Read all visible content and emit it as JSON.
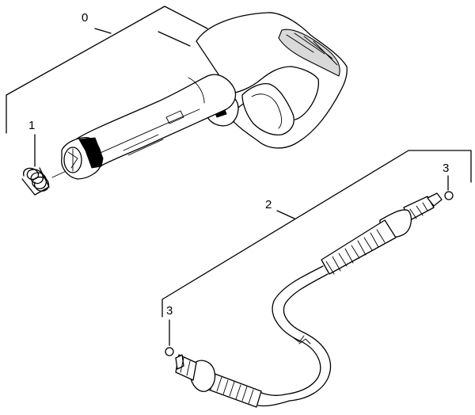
{
  "diagram": {
    "callouts": {
      "part_0": "0",
      "part_1": "1",
      "part_2": "2",
      "part_3_upper": "3",
      "part_3_lower": "3"
    },
    "colors": {
      "background": "#ffffff",
      "line": "#000000"
    }
  }
}
